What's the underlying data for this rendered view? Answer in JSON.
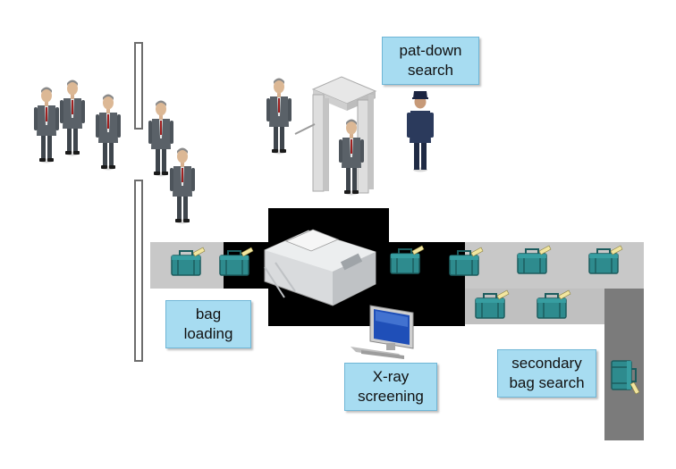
{
  "labels": {
    "patdown": [
      "pat-down",
      "search"
    ],
    "bag_loading": [
      "bag",
      "loading"
    ],
    "xray": [
      "X-ray",
      "screening"
    ],
    "secondary": [
      "secondary",
      "bag search"
    ]
  },
  "colors": {
    "label_bg": "#a7dcf1",
    "belt": "#c8c8c8",
    "chute": "#7b7b7b",
    "xray_zone": "#000000",
    "bag": "#2e8b8e",
    "tag": "#f2e6a0"
  },
  "icons": [
    "person-icon",
    "officer-icon",
    "metal-detector-icon",
    "xray-machine-icon",
    "monitor-icon",
    "bag-icon",
    "queue-barrier-icon"
  ]
}
